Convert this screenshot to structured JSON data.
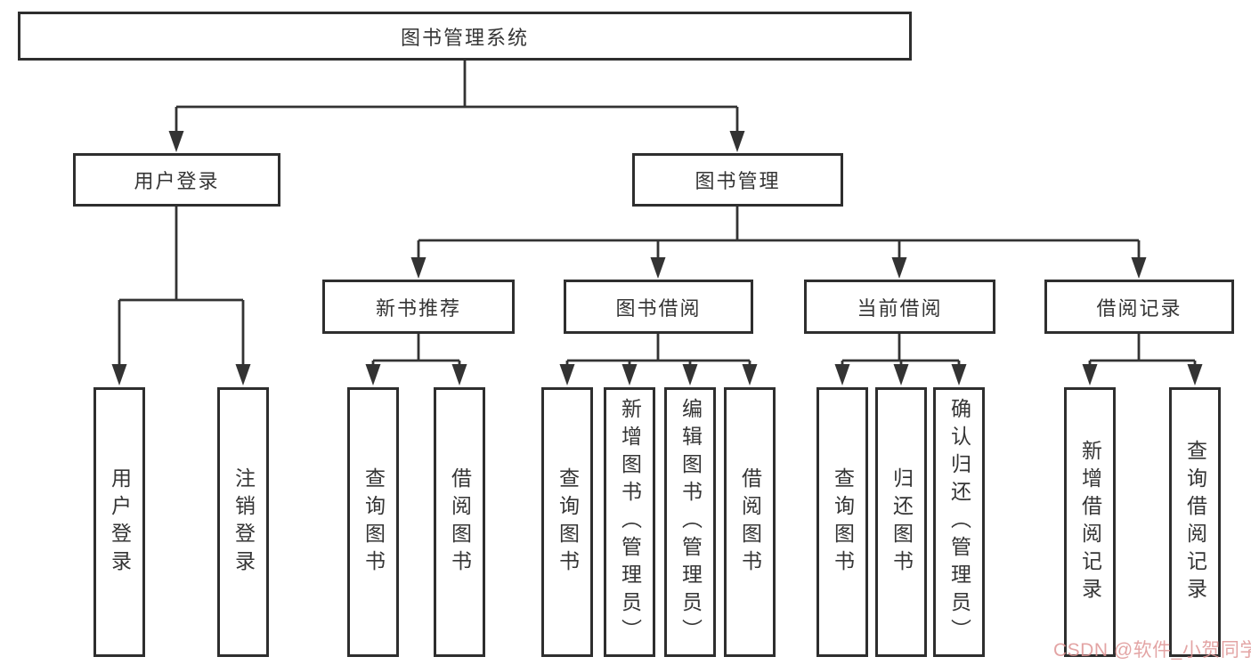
{
  "diagram": {
    "type": "tree-hierarchy-diagram",
    "root": {
      "label": "图书管理系统",
      "children": [
        {
          "label": "用户登录",
          "children": [
            {
              "label": "用户登录"
            },
            {
              "label": "注销登录"
            }
          ]
        },
        {
          "label": "图书管理",
          "children": [
            {
              "label": "新书推荐",
              "children": [
                {
                  "label": "查询图书"
                },
                {
                  "label": "借阅图书"
                }
              ]
            },
            {
              "label": "图书借阅",
              "children": [
                {
                  "label": "查询图书"
                },
                {
                  "label": "新增图书（管理员）"
                },
                {
                  "label": "编辑图书（管理员）"
                },
                {
                  "label": "借阅图书"
                }
              ]
            },
            {
              "label": "当前借阅",
              "children": [
                {
                  "label": "查询图书"
                },
                {
                  "label": "归还图书"
                },
                {
                  "label": "确认归还（管理员）"
                }
              ]
            },
            {
              "label": "借阅记录",
              "children": [
                {
                  "label": "新增借阅记录"
                },
                {
                  "label": "查询借阅记录"
                }
              ]
            }
          ]
        }
      ]
    }
  },
  "watermark": {
    "text": "CSDN @软件_小贺同学",
    "color": "#de9494"
  },
  "colors": {
    "line": "#333333",
    "box_border": "#2e2e2e",
    "text": "#353535",
    "background": "#ffffff"
  }
}
